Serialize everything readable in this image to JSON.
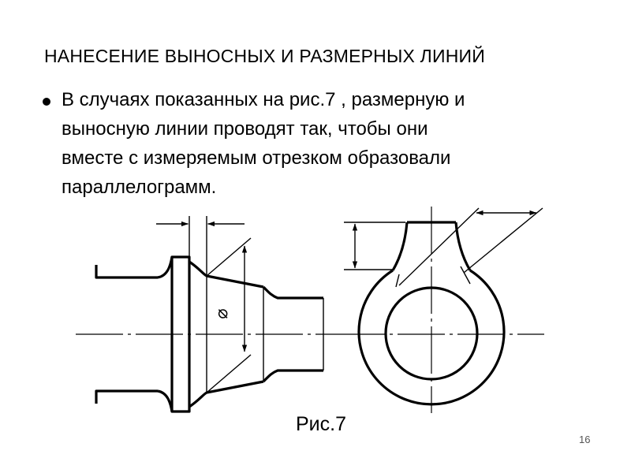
{
  "slide": {
    "title": "НАНЕСЕНИЕ ВЫНОСНЫХ И РАЗМЕРНЫХ ЛИНИЙ",
    "bullet": {
      "lines": [
        "В случаях показанных на рис.7 , размерную и",
        "выносную линии проводят так, чтобы они",
        "вместе с измеряемым отрезком образовали",
        "параллелограмм."
      ]
    },
    "figure": {
      "diameter_symbol": "⌀",
      "caption": "Рис.7"
    },
    "page_number": "16"
  }
}
